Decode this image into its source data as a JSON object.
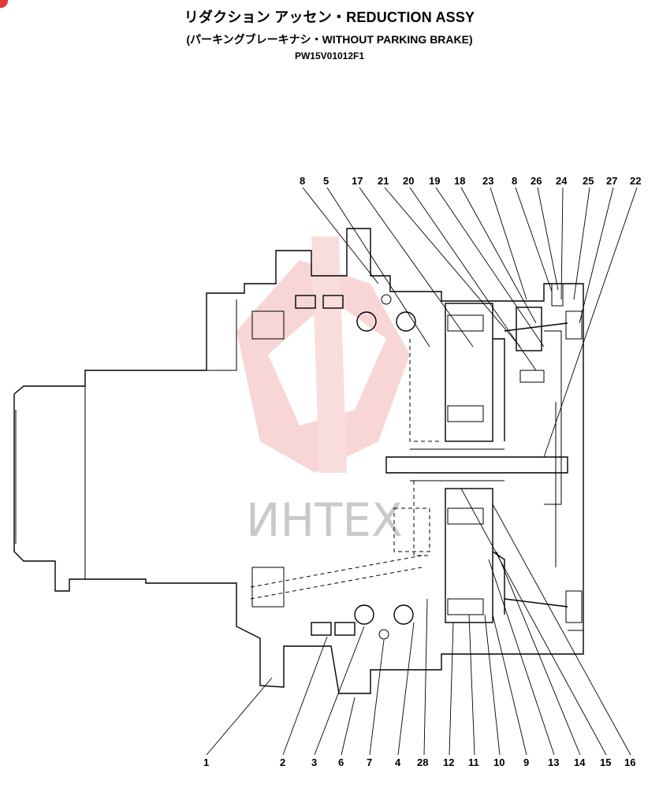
{
  "header": {
    "title": "リダクション アッセン・REDUCTION ASSY",
    "subtitle": "(パーキングブレーキナシ・WITHOUT PARKING BRAKE)",
    "code": "PW15V01012F1"
  },
  "watermark": "ИНТЕХ",
  "callouts_top": [
    "8",
    "5",
    "17",
    "21",
    "20",
    "19",
    "18",
    "23",
    "8",
    "26",
    "24",
    "25",
    "27",
    "22"
  ],
  "callouts_bottom": [
    "1",
    "2",
    "3",
    "6",
    "7",
    "4",
    "28",
    "12",
    "11",
    "10",
    "9",
    "13",
    "14",
    "15",
    "16"
  ]
}
